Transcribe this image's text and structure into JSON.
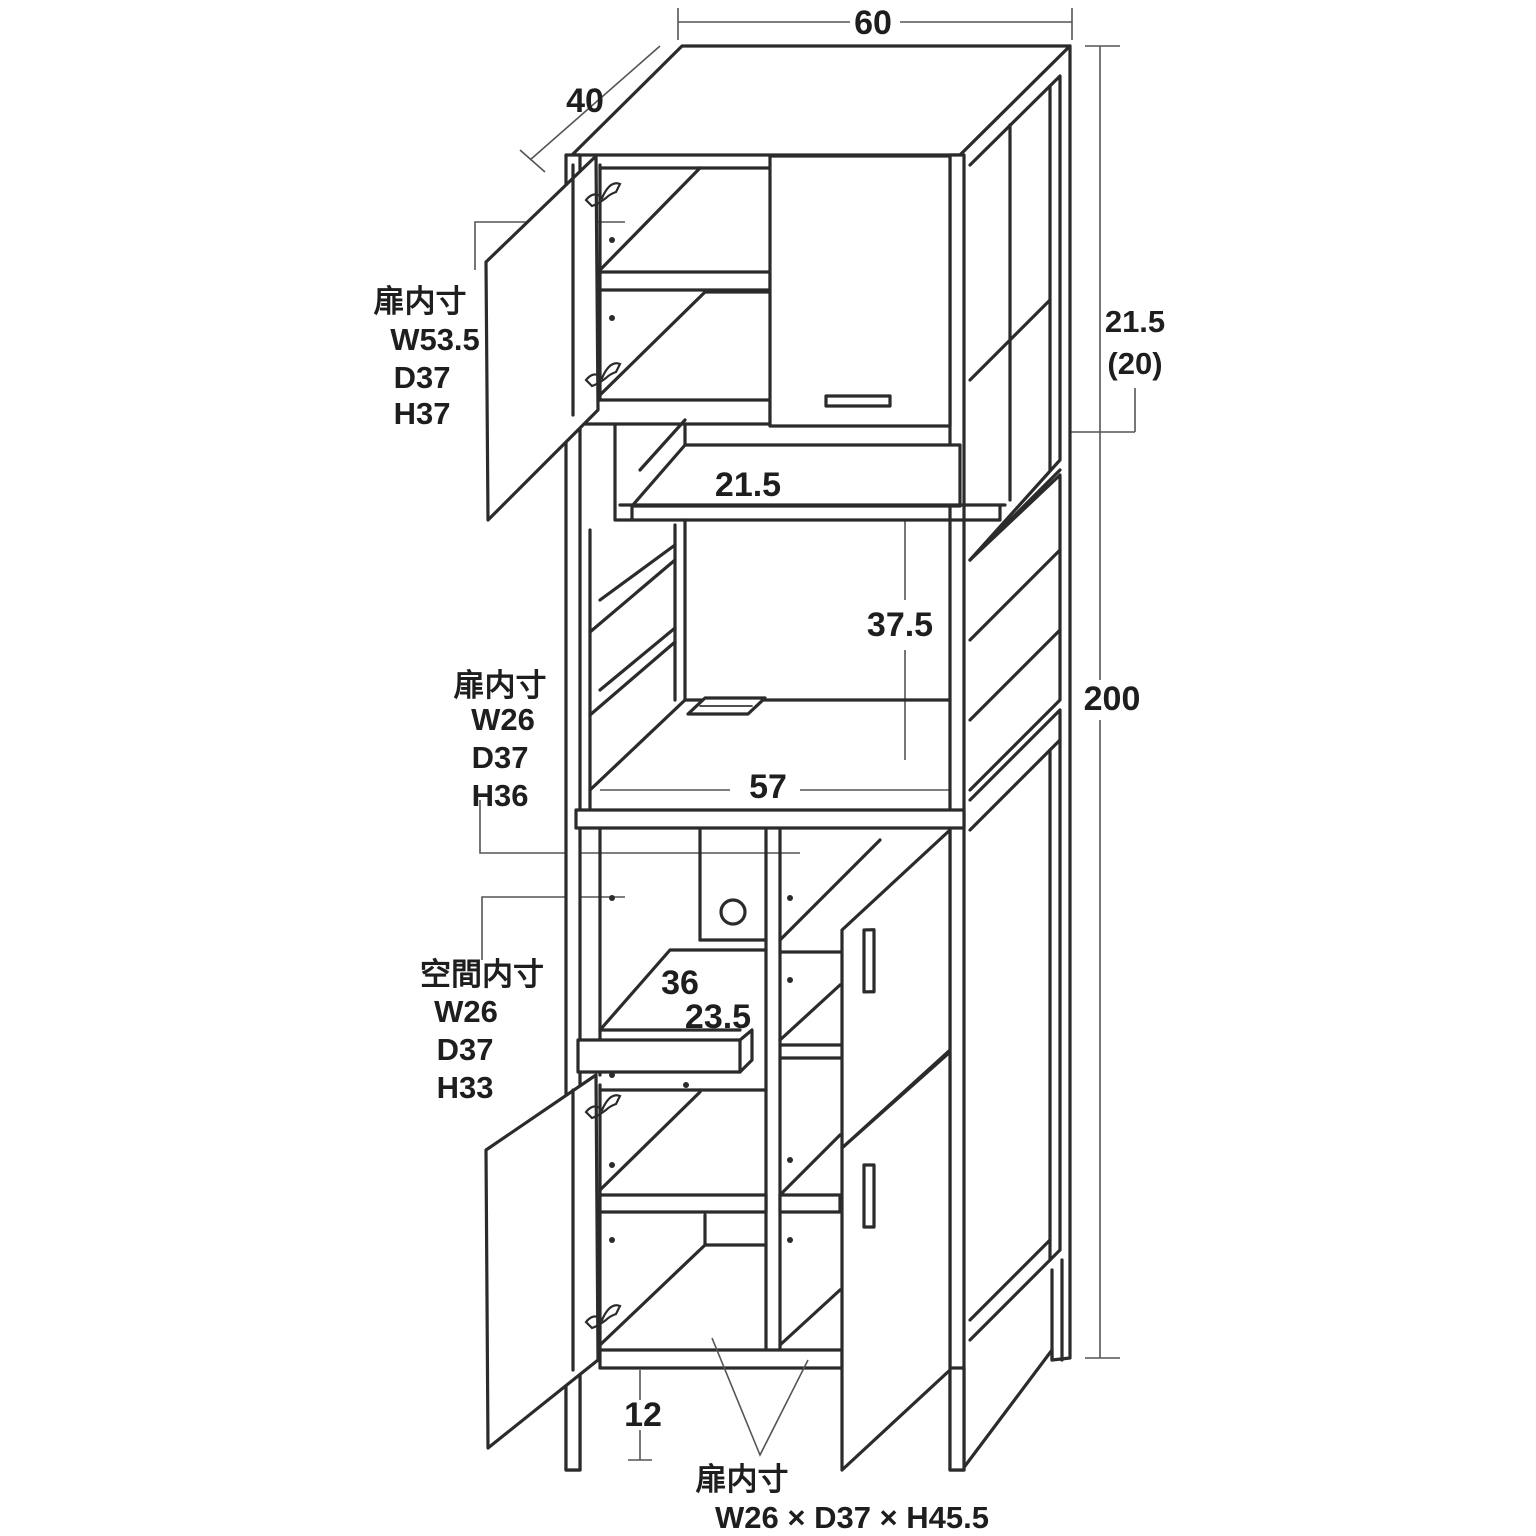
{
  "dimensions": {
    "width": "60",
    "depth": "40",
    "height": "200",
    "top_cabinet_height": "21.5",
    "top_cabinet_height_alt": "(20)",
    "open_shelf_clearance": "21.5",
    "microwave_space_height": "37.5",
    "microwave_space_width": "57",
    "drawer_depth": "36",
    "drawer_width": "23.5",
    "floor_clearance": "12"
  },
  "annotations": {
    "upper_door": {
      "title": "扉内寸",
      "w": "W53.5",
      "d": "D37",
      "h": "H37"
    },
    "middle_door": {
      "title": "扉内寸",
      "w": "W26",
      "d": "D37",
      "h": "H36"
    },
    "open_space": {
      "title": "空間内寸",
      "w": "W26",
      "d": "D37",
      "h": "H33"
    },
    "lower_door": {
      "title": "扉内寸",
      "spec": "W26 × D37 × H45.5"
    }
  }
}
